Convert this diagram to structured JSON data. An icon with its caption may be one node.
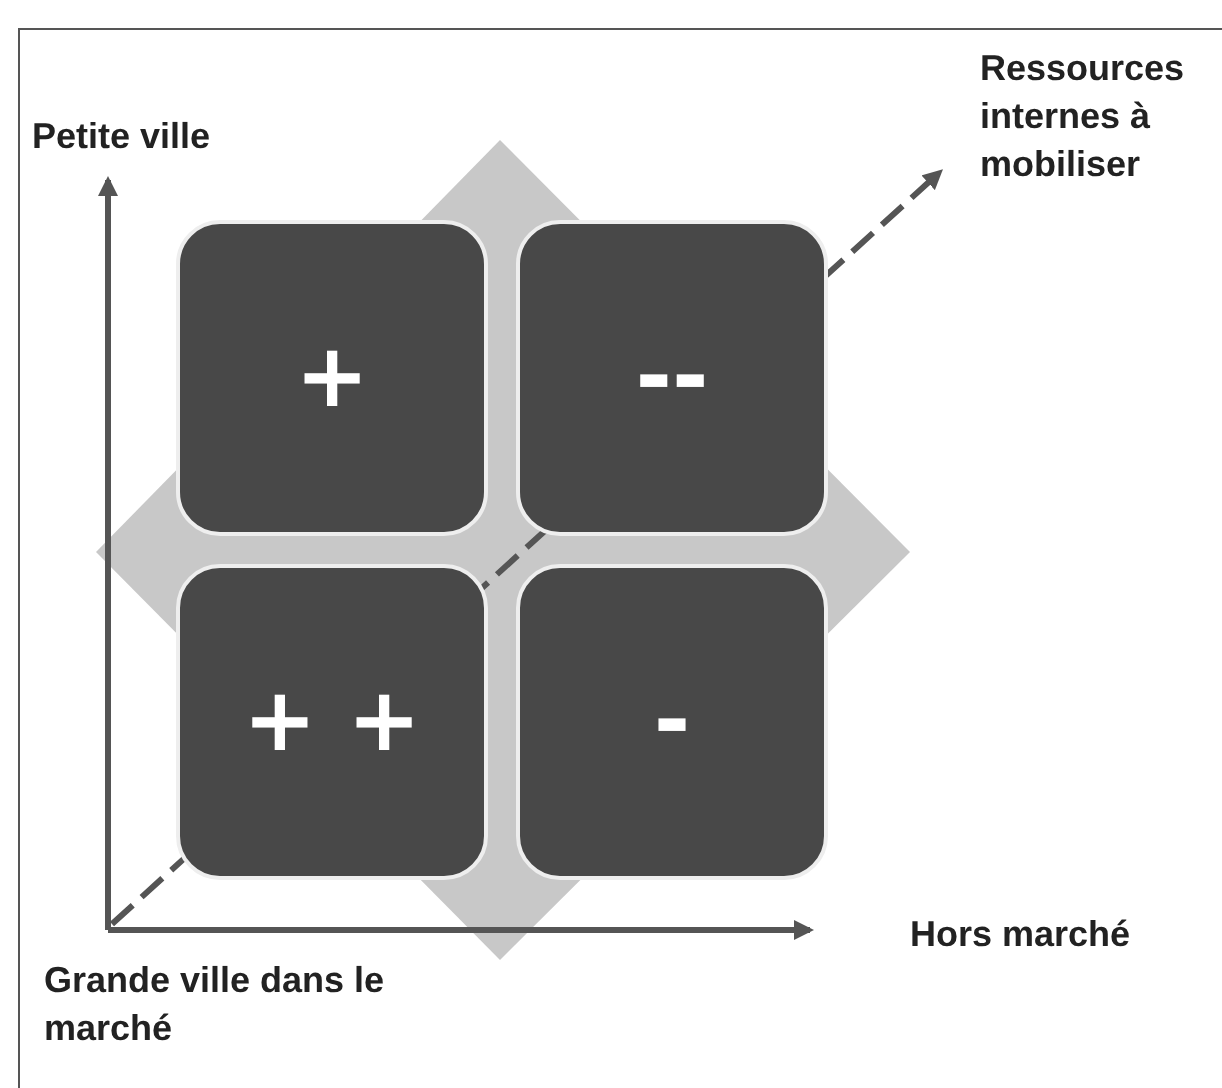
{
  "diagram": {
    "nodes": [
      {
        "text": [
          "+"
        ]
      },
      {
        "text": [
          "--"
        ]
      },
      {
        "text": [
          "+ +"
        ]
      },
      {
        "text": [
          "-"
        ]
      }
    ],
    "labels": [
      "Petite ville",
      "Ressources internes à mobiliser",
      "Hors marché",
      "Grande ville dans le marché"
    ]
  }
}
